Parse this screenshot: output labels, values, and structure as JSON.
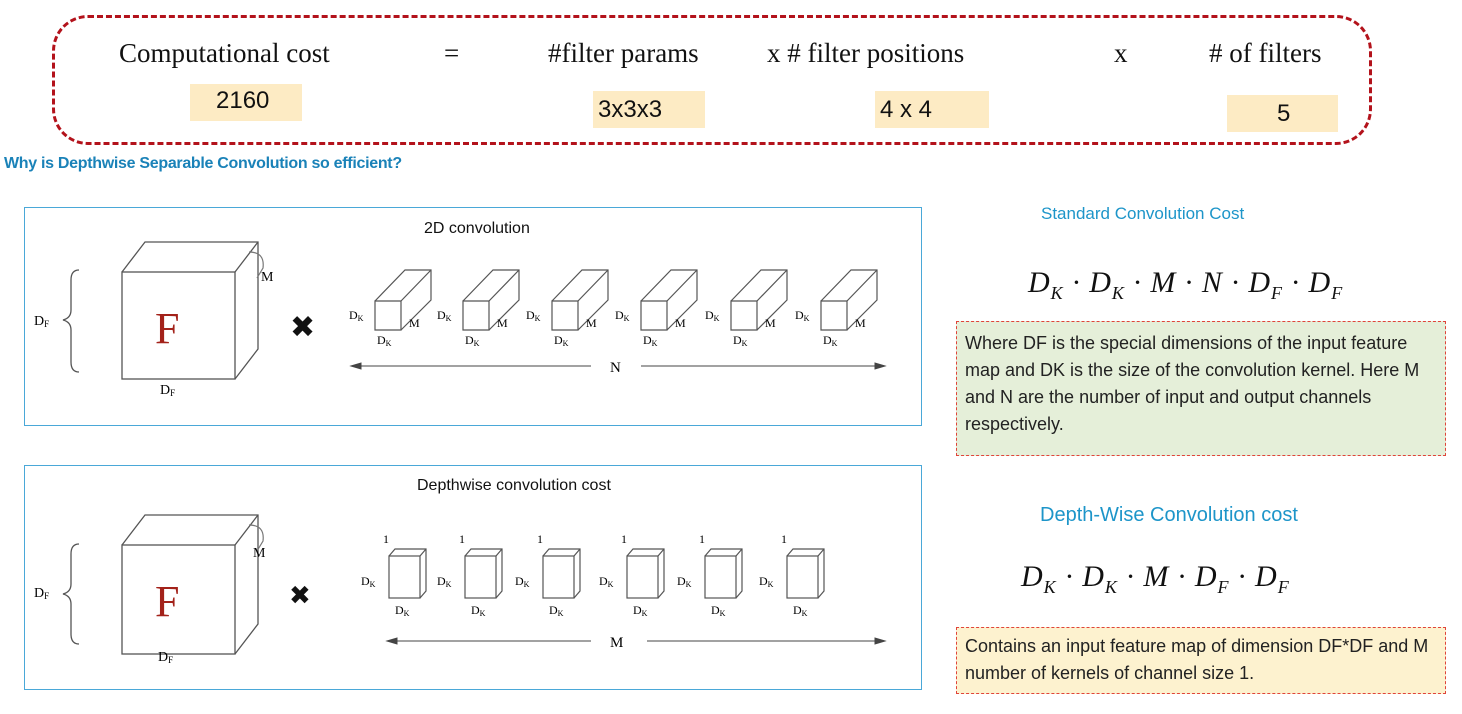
{
  "formula": {
    "cost_label": "Computational cost",
    "equals": "=",
    "params_label": "#filter params",
    "positions_label": "x # filter positions",
    "times": "x",
    "filters_label": "# of filters",
    "cost_value": "2160",
    "params_value": "3x3x3",
    "positions_value": "4 x 4",
    "filters_value": "5"
  },
  "question": "Why is Depthwise Separable Convolution so efficient?",
  "panel_standard": {
    "title": "2D convolution",
    "feature_letter": "F",
    "df_label": "D",
    "df_sub": "F",
    "m_label": "M",
    "dk_label": "D",
    "dk_sub": "K",
    "multiply": "✖",
    "count_label": "N"
  },
  "panel_depthwise": {
    "title": "Depthwise convolution cost",
    "feature_letter": "F",
    "df_label": "D",
    "df_sub": "F",
    "m_label": "M",
    "dk_label": "D",
    "dk_sub": "K",
    "one_label": "1",
    "multiply": "✖",
    "count_label": "M"
  },
  "standard_cost": {
    "title": "Standard Convolution Cost",
    "note": "Where DF is the special dimensions of the input feature map and DK is the size of the convolution kernel. Here M and N are the number of input and output channels respectively."
  },
  "depthwise_cost": {
    "title": "Depth-Wise Convolution cost",
    "note": "Contains an input feature map of dimension DF*DF and M number of kernels of channel size 1."
  },
  "colors": {
    "border_red": "#b3121b",
    "highlight": "#fdebc4",
    "accent_blue": "#1a82b8",
    "feature_letter": "#a3221a"
  }
}
